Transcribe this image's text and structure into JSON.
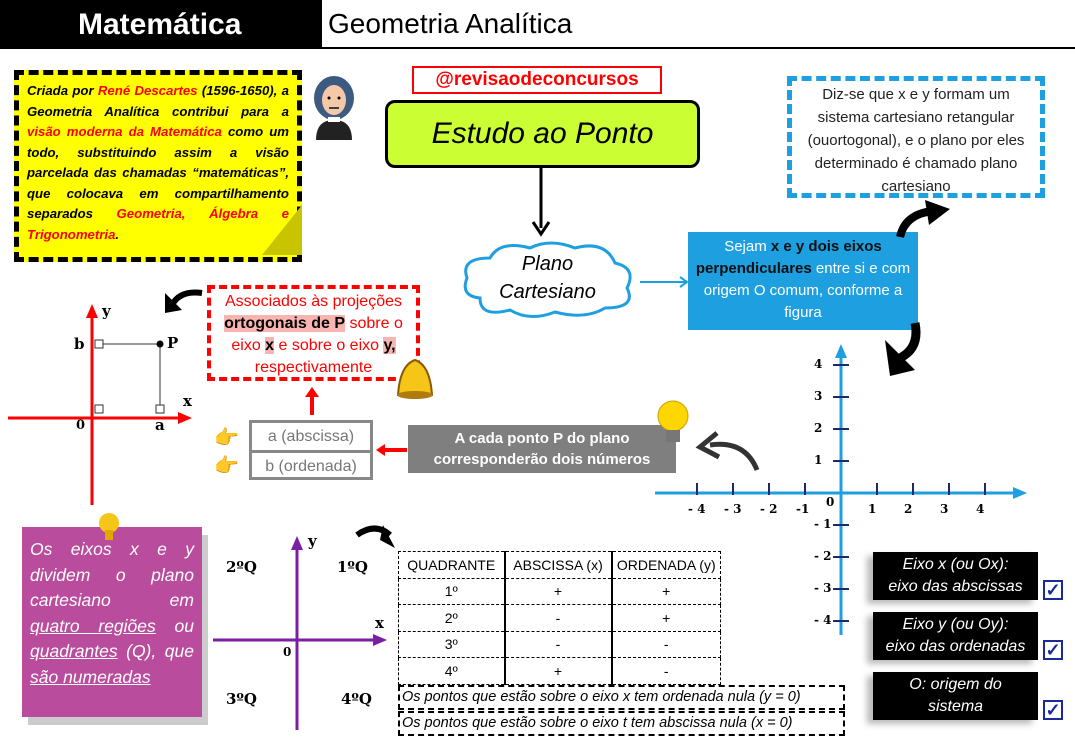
{
  "header": {
    "subject": "Matemática",
    "topic": "Geometria Analítica"
  },
  "intro": {
    "t1": "Criada por ",
    "r1": "René Descartes",
    "t2": " (1596-1650), a Geometria Analítica contribui para a ",
    "r2": "visão moderna da Matemática",
    "t3": " como um todo, substituindo assim a visão parcelada das chamadas “matemáticas”, que colocava em compartilhamento separados ",
    "r3": "Geometria, Álgebra e Trigonometria",
    "t4": "."
  },
  "brand": "@revisaodeconcursos",
  "banner": "Estudo ao Ponto",
  "cloud": {
    "l1": "Plano",
    "l2": "Cartesiano"
  },
  "bluebox": {
    "t1": "Sejam ",
    "b1": "x e y dois eixos perpendiculares",
    "t2": " entre si e com origem O comum, conforme a figura"
  },
  "definition": "Diz-se que x e y formam um sistema cartesiano retangular (ouortogonal), e o plano por eles determinado é chamado plano cartesiano",
  "projection": {
    "t1": "Associados às projeções ",
    "h1": "ortogonais de P",
    "t2": " sobre o eixo ",
    "h2": "x",
    "t3": " e sobre o eixo ",
    "h3": "y,",
    "t4": " respectivamente"
  },
  "coords": {
    "a": "a (abscissa)",
    "b": "b (ordenada)"
  },
  "graybox": "A cada ponto P do plano corresponderão dois números",
  "small_axes": {
    "x": "x",
    "y": "y",
    "origin": "0",
    "a": "a",
    "b": "b",
    "p": "P"
  },
  "big_axes": {
    "x_ticks": [
      "- 4",
      "- 3",
      "- 2",
      "-1",
      "1",
      "2",
      "3",
      "4"
    ],
    "y_ticks": [
      "4",
      "3",
      "2",
      "1",
      "- 1",
      "- 2",
      "- 3",
      "- 4"
    ],
    "origin": "0"
  },
  "black_boxes": [
    {
      "l1": "Eixo x (ou Ox):",
      "l2": "eixo das abscissas"
    },
    {
      "l1": "Eixo y (ou Oy):",
      "l2": "eixo das ordenadas"
    },
    {
      "l1": "O: origem do",
      "l2": "sistema"
    }
  ],
  "check": "☑",
  "purple_note": {
    "t1": "Os eixos x e y dividem o plano cartesiano em ",
    "u1": "quatro regiões",
    "t2": " ou ",
    "u2": "quadrantes",
    "t3": " (Q), que ",
    "u3": "são numeradas"
  },
  "quadrants": {
    "q1": "1ºQ",
    "q2": "2ºQ",
    "q3": "3ºQ",
    "q4": "4ºQ",
    "x": "x",
    "y": "y",
    "origin": "0"
  },
  "table": {
    "headers": [
      "QUADRANTE",
      "ABSCISSA (x)",
      "ORDENADA (y)"
    ],
    "rows": [
      [
        "1º",
        "+",
        "+"
      ],
      [
        "2º",
        "-",
        "+"
      ],
      [
        "3º",
        "-",
        "-"
      ],
      [
        "4º",
        "+",
        "-"
      ]
    ]
  },
  "notes": [
    "Os pontos que estão sobre o eixo x tem ordenada nula (y = 0)",
    "Os pontos que estão sobre o eixo t tem abscissa nula (x = 0)"
  ]
}
